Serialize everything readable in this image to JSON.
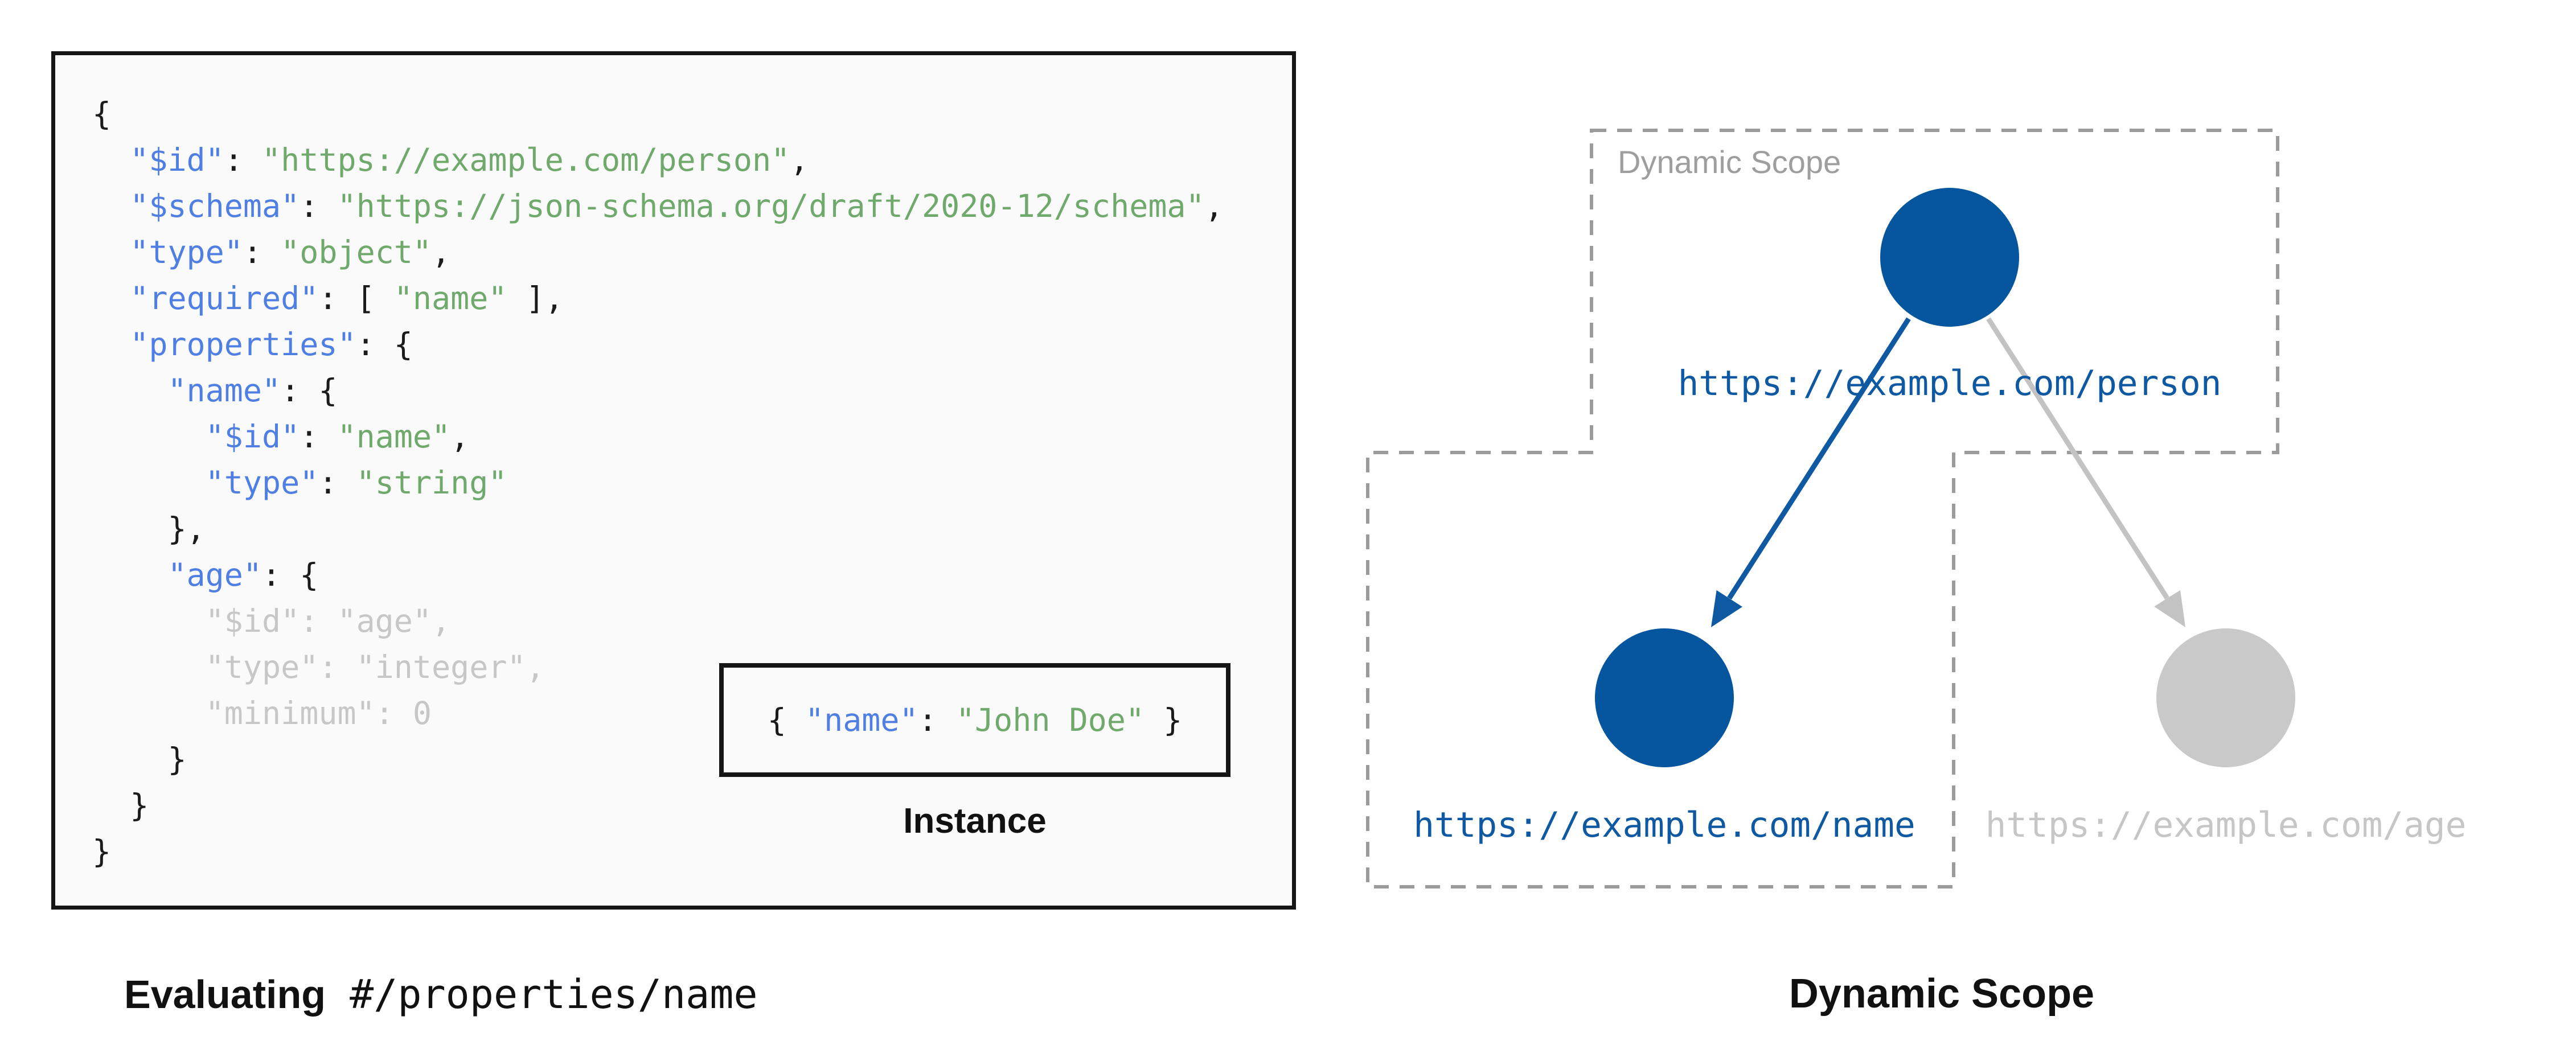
{
  "schema_panel": {
    "caption_bold": "Evaluating",
    "caption_pointer": " #/properties/name",
    "instance": {
      "label": "Instance",
      "segments": [
        {
          "t": "{ ",
          "c": "p"
        },
        {
          "t": "\"name\"",
          "c": "k"
        },
        {
          "t": ": ",
          "c": "p"
        },
        {
          "t": "\"John Doe\"",
          "c": "s"
        },
        {
          "t": " }",
          "c": "p"
        }
      ]
    },
    "code_lines": [
      {
        "indent": 0,
        "segments": [
          {
            "t": "{",
            "c": "p"
          }
        ]
      },
      {
        "indent": 1,
        "segments": [
          {
            "t": "\"$id\"",
            "c": "k"
          },
          {
            "t": ": ",
            "c": "p"
          },
          {
            "t": "\"https://example.com/person\"",
            "c": "s"
          },
          {
            "t": ",",
            "c": "p"
          }
        ]
      },
      {
        "indent": 1,
        "segments": [
          {
            "t": "\"$schema\"",
            "c": "k"
          },
          {
            "t": ": ",
            "c": "p"
          },
          {
            "t": "\"https://json-schema.org/draft/2020-12/schema\"",
            "c": "s"
          },
          {
            "t": ",",
            "c": "p"
          }
        ]
      },
      {
        "indent": 1,
        "segments": [
          {
            "t": "\"type\"",
            "c": "k"
          },
          {
            "t": ": ",
            "c": "p"
          },
          {
            "t": "\"object\"",
            "c": "s"
          },
          {
            "t": ",",
            "c": "p"
          }
        ]
      },
      {
        "indent": 1,
        "segments": [
          {
            "t": "\"required\"",
            "c": "k"
          },
          {
            "t": ": [ ",
            "c": "p"
          },
          {
            "t": "\"name\"",
            "c": "s"
          },
          {
            "t": " ],",
            "c": "p"
          }
        ]
      },
      {
        "indent": 1,
        "segments": [
          {
            "t": "\"properties\"",
            "c": "k"
          },
          {
            "t": ": {",
            "c": "p"
          }
        ]
      },
      {
        "indent": 2,
        "segments": [
          {
            "t": "\"name\"",
            "c": "k"
          },
          {
            "t": ": {",
            "c": "p"
          }
        ]
      },
      {
        "indent": 3,
        "segments": [
          {
            "t": "\"$id\"",
            "c": "k"
          },
          {
            "t": ": ",
            "c": "p"
          },
          {
            "t": "\"name\"",
            "c": "s"
          },
          {
            "t": ",",
            "c": "p"
          }
        ]
      },
      {
        "indent": 3,
        "segments": [
          {
            "t": "\"type\"",
            "c": "k"
          },
          {
            "t": ": ",
            "c": "p"
          },
          {
            "t": "\"string\"",
            "c": "s"
          }
        ]
      },
      {
        "indent": 2,
        "segments": [
          {
            "t": "},",
            "c": "p"
          }
        ]
      },
      {
        "indent": 2,
        "segments": [
          {
            "t": "\"age\"",
            "c": "k"
          },
          {
            "t": ": {",
            "c": "p"
          }
        ]
      },
      {
        "indent": 3,
        "segments": [
          {
            "t": "\"$id\": \"age\",",
            "c": "d"
          }
        ]
      },
      {
        "indent": 3,
        "segments": [
          {
            "t": "\"type\": \"integer\",",
            "c": "d"
          }
        ]
      },
      {
        "indent": 3,
        "segments": [
          {
            "t": "\"minimum\": 0",
            "c": "d"
          }
        ]
      },
      {
        "indent": 2,
        "segments": [
          {
            "t": "}",
            "c": "p"
          }
        ]
      },
      {
        "indent": 1,
        "segments": [
          {
            "t": "}",
            "c": "p"
          }
        ]
      },
      {
        "indent": 0,
        "segments": [
          {
            "t": "}",
            "c": "p"
          }
        ]
      }
    ]
  },
  "diagram": {
    "scope_label": "Dynamic Scope",
    "caption": "Dynamic Scope",
    "nodes": [
      {
        "id": "person",
        "label": "https://example.com/person",
        "state": "active"
      },
      {
        "id": "name",
        "label": "https://example.com/name",
        "state": "active"
      },
      {
        "id": "age",
        "label": "https://example.com/age",
        "state": "inactive"
      }
    ]
  },
  "colors": {
    "key_blue": "#4f7fe3",
    "string_green": "#6fa96b",
    "punct": "#1b1b1b",
    "dim_gray": "#c7c7c7",
    "node_active": "#05569e",
    "node_inactive": "#c9c9c9",
    "label_active": "#0e59a2",
    "label_inactive": "#c6c6c6",
    "arrow_active": "#0e59a2",
    "arrow_inactive": "#c3c3c3",
    "dashed_border": "#9b9b9b",
    "scope_label_gray": "#9e9e9e",
    "panel_bg": "#fafafa",
    "panel_border": "#161616"
  }
}
